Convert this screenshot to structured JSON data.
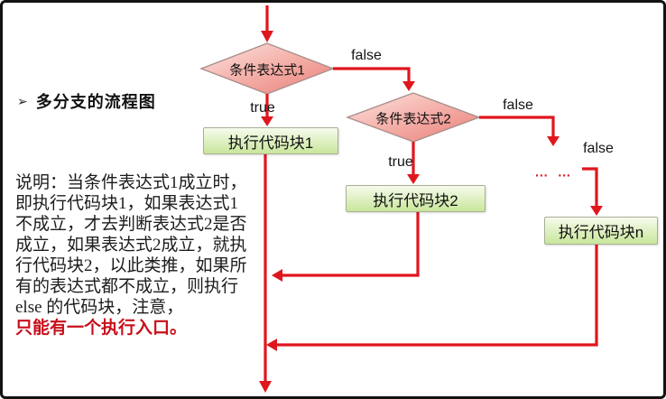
{
  "heading": {
    "bullet": "➢",
    "title": "多分支的流程图"
  },
  "note": {
    "lines": [
      "说明：当条件表达式1成立时，",
      "即执行代码块1，如果表达式1",
      "不成立，才去判断表达式2是否",
      "成立，如果表达式2成立，就执",
      "行代码块2，以此类推，如果所",
      "有的表达式都不成立，则执行",
      "else 的代码块，注意，"
    ],
    "emphasis": "只能有一个执行入口。"
  },
  "flow": {
    "decision1": "条件表达式1",
    "decision2": "条件表达式2",
    "process1": "执行代码块1",
    "process2": "执行代码块2",
    "process_n": "执行代码块n",
    "label_true": "true",
    "label_false": "false",
    "ellipsis": "… …"
  },
  "colors": {
    "arrow_red": "#e0161d",
    "emphasis_red": "#c8101c",
    "diamond_light": "#fce4e1",
    "diamond_dark": "#e97e77",
    "process_light": "#f6fbec",
    "process_dark": "#c9e69b",
    "border_black": "#121212"
  }
}
